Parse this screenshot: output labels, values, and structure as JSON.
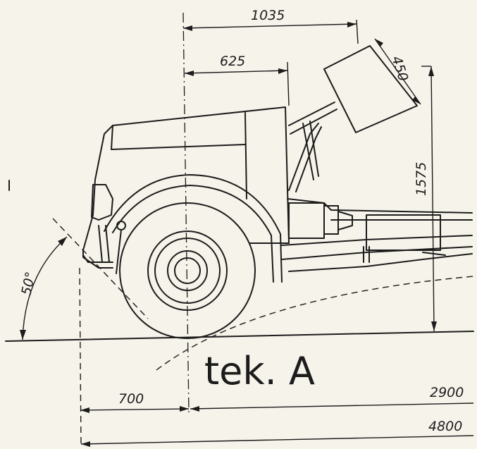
{
  "dimensions": {
    "top_overall": "1035",
    "top_front": "625",
    "tilt_width": "450",
    "height": "1575",
    "front_overhang": "700",
    "wheelbase": "2900",
    "overall_length": "4800"
  },
  "angle_label": "50°",
  "caption": "tek. A",
  "colors": {
    "paper": "#f6f3ea",
    "ink": "#1c1c1c"
  }
}
